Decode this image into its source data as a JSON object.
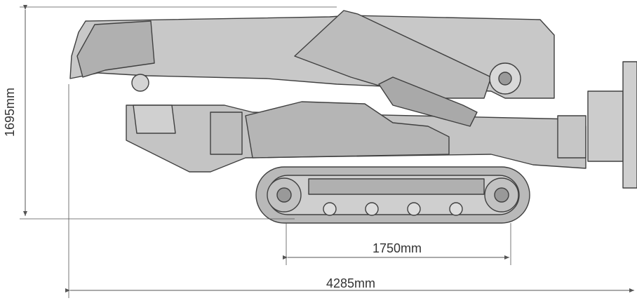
{
  "dimensions": {
    "height_label": "1695mm",
    "track_length_label": "1750mm",
    "overall_length_label": "4285mm"
  },
  "colors": {
    "body": "#c8c8c8",
    "body_dark": "#a9a9a9",
    "track": "#b9b9b9",
    "line": "#404040",
    "dim_line": "#555555",
    "text": "#333333"
  }
}
